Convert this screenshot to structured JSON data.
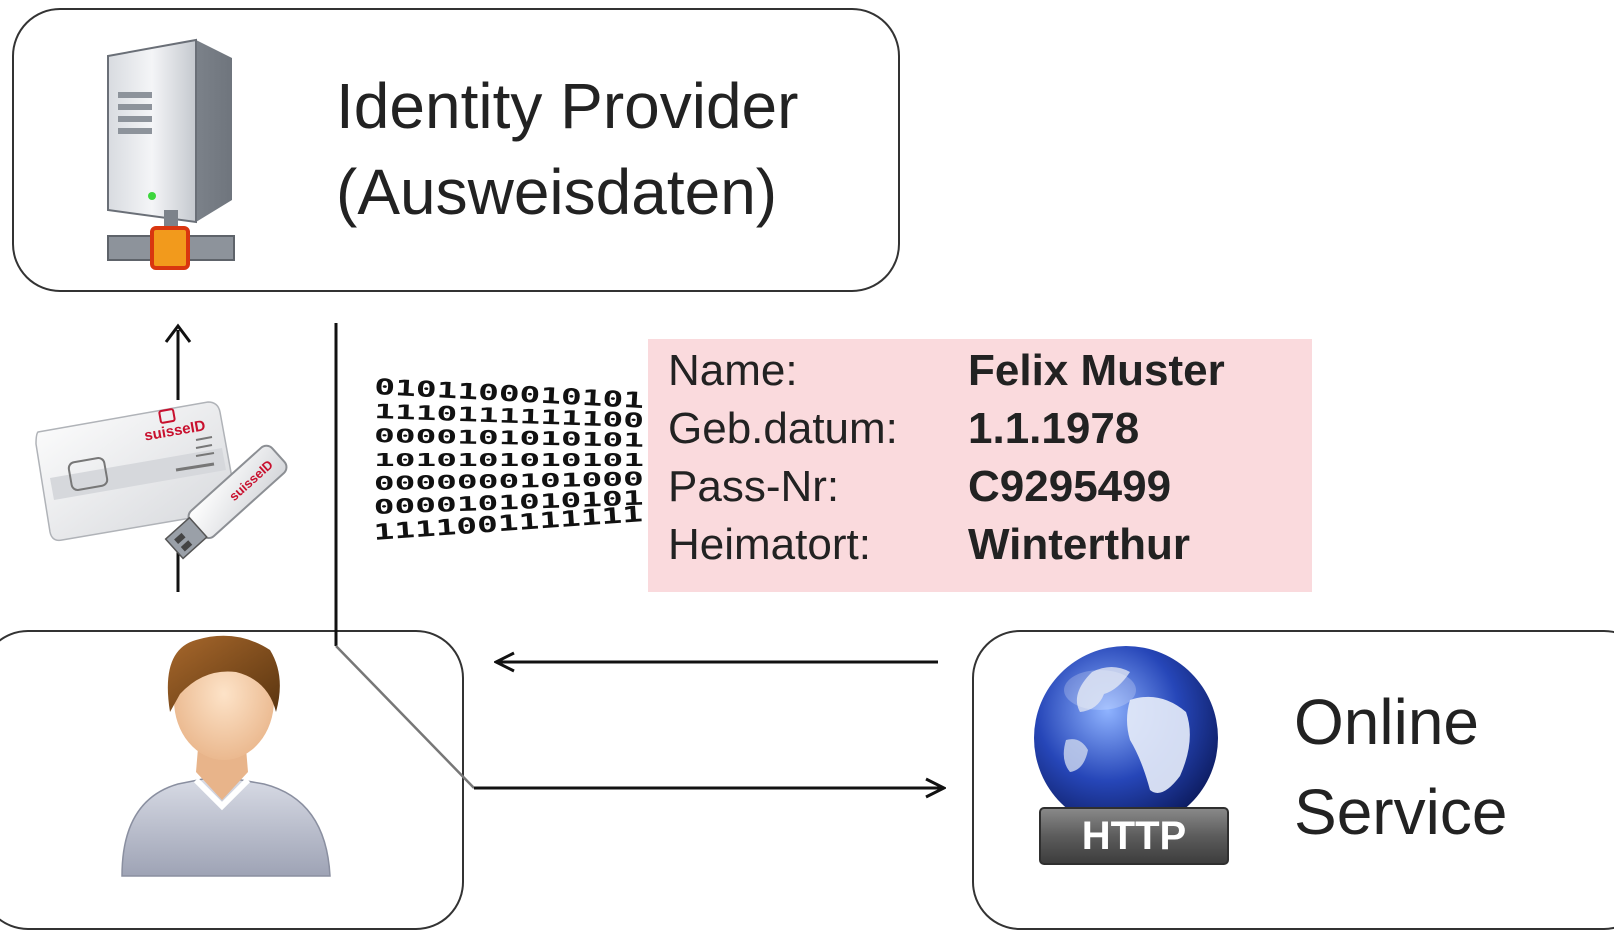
{
  "identity_provider": {
    "title": "Identity Provider",
    "subtitle": "(Ausweisdaten)"
  },
  "online_service": {
    "title": "Online",
    "subtitle": "Service",
    "badge": "HTTP"
  },
  "identity_card": {
    "rows": [
      {
        "key": "Name:",
        "value": "Felix Muster"
      },
      {
        "key": "Geb.datum:",
        "value": "1.1.1978"
      },
      {
        "key": "Pass-Nr:",
        "value": "C9295499"
      },
      {
        "key": "Heimatort:",
        "value": "Winterthur"
      }
    ]
  },
  "token": {
    "brand": "suisseID"
  },
  "binary_stream": {
    "lines": [
      "0101100010101",
      "1110111111100",
      "0000101010101",
      "1010101010101",
      "0000000101000",
      "0000101010101",
      "1111001111111"
    ]
  },
  "colors": {
    "panel_bg": "#fadadd",
    "brand_red": "#c8102e",
    "border": "#333333"
  }
}
